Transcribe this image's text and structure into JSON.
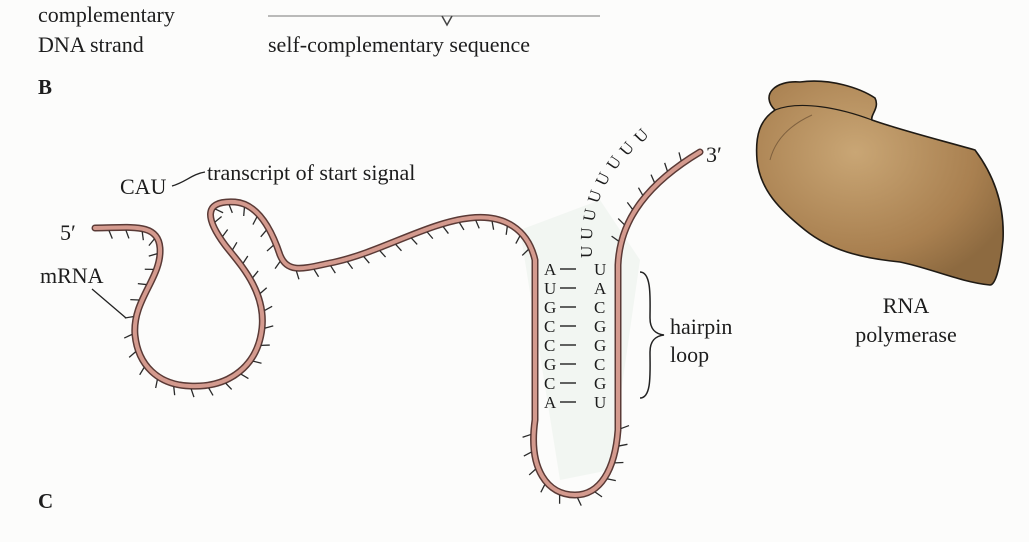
{
  "top_labels": {
    "complementary_dna_line1": "complementary",
    "complementary_dna_line2": "DNA strand",
    "self_complementary": "self-complementary sequence"
  },
  "panels": {
    "b": "B",
    "c": "C"
  },
  "labels": {
    "cau": "CAU",
    "start_signal": "transcript of start signal",
    "five_prime": "5′",
    "three_prime": "3′",
    "mrna": "mRNA",
    "hairpin_line1": "hairpin",
    "hairpin_line2": "loop",
    "rna_pol_line1": "RNA",
    "rna_pol_line2": "polymerase"
  },
  "hairpin": {
    "left_bases": [
      "A",
      "U",
      "G",
      "C",
      "C",
      "G",
      "C",
      "A"
    ],
    "right_bases": [
      "U",
      "A",
      "C",
      "G",
      "G",
      "C",
      "G",
      "U"
    ]
  },
  "tail_bases": [
    "U",
    "U",
    "U",
    "U",
    "U",
    "U",
    "U",
    "U"
  ],
  "colors": {
    "rna_strand": "#d49a8e",
    "polymerase": "#b08a55",
    "outline": "#333333"
  }
}
